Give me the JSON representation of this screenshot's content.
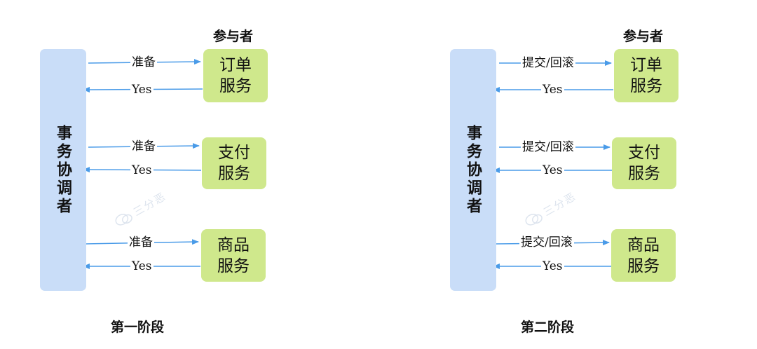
{
  "colors": {
    "coordinator_fill": "#c9ddf8",
    "service_fill": "#cfe88c",
    "arrow": "#4a9be8"
  },
  "watermark_icon": "wechat-icon",
  "phase1": {
    "coordinator": "事务协调者",
    "participants_label": "参与者",
    "phase_label": "第一阶段",
    "services": [
      {
        "name": "订单\n服务",
        "request": "准备",
        "response": "Yes"
      },
      {
        "name": "支付\n服务",
        "request": "准备",
        "response": "Yes"
      },
      {
        "name": "商品\n服务",
        "request": "准备",
        "response": "Yes"
      }
    ],
    "watermark": "三分恶"
  },
  "phase2": {
    "coordinator": "事务协调者",
    "participants_label": "参与者",
    "phase_label": "第二阶段",
    "services": [
      {
        "name": "订单\n服务",
        "request": "提交/回滚",
        "response": "Yes"
      },
      {
        "name": "支付\n服务",
        "request": "提交/回滚",
        "response": "Yes"
      },
      {
        "name": "商品\n服务",
        "request": "提交/回滚",
        "response": "Yes"
      }
    ],
    "watermark": "三分恶"
  }
}
